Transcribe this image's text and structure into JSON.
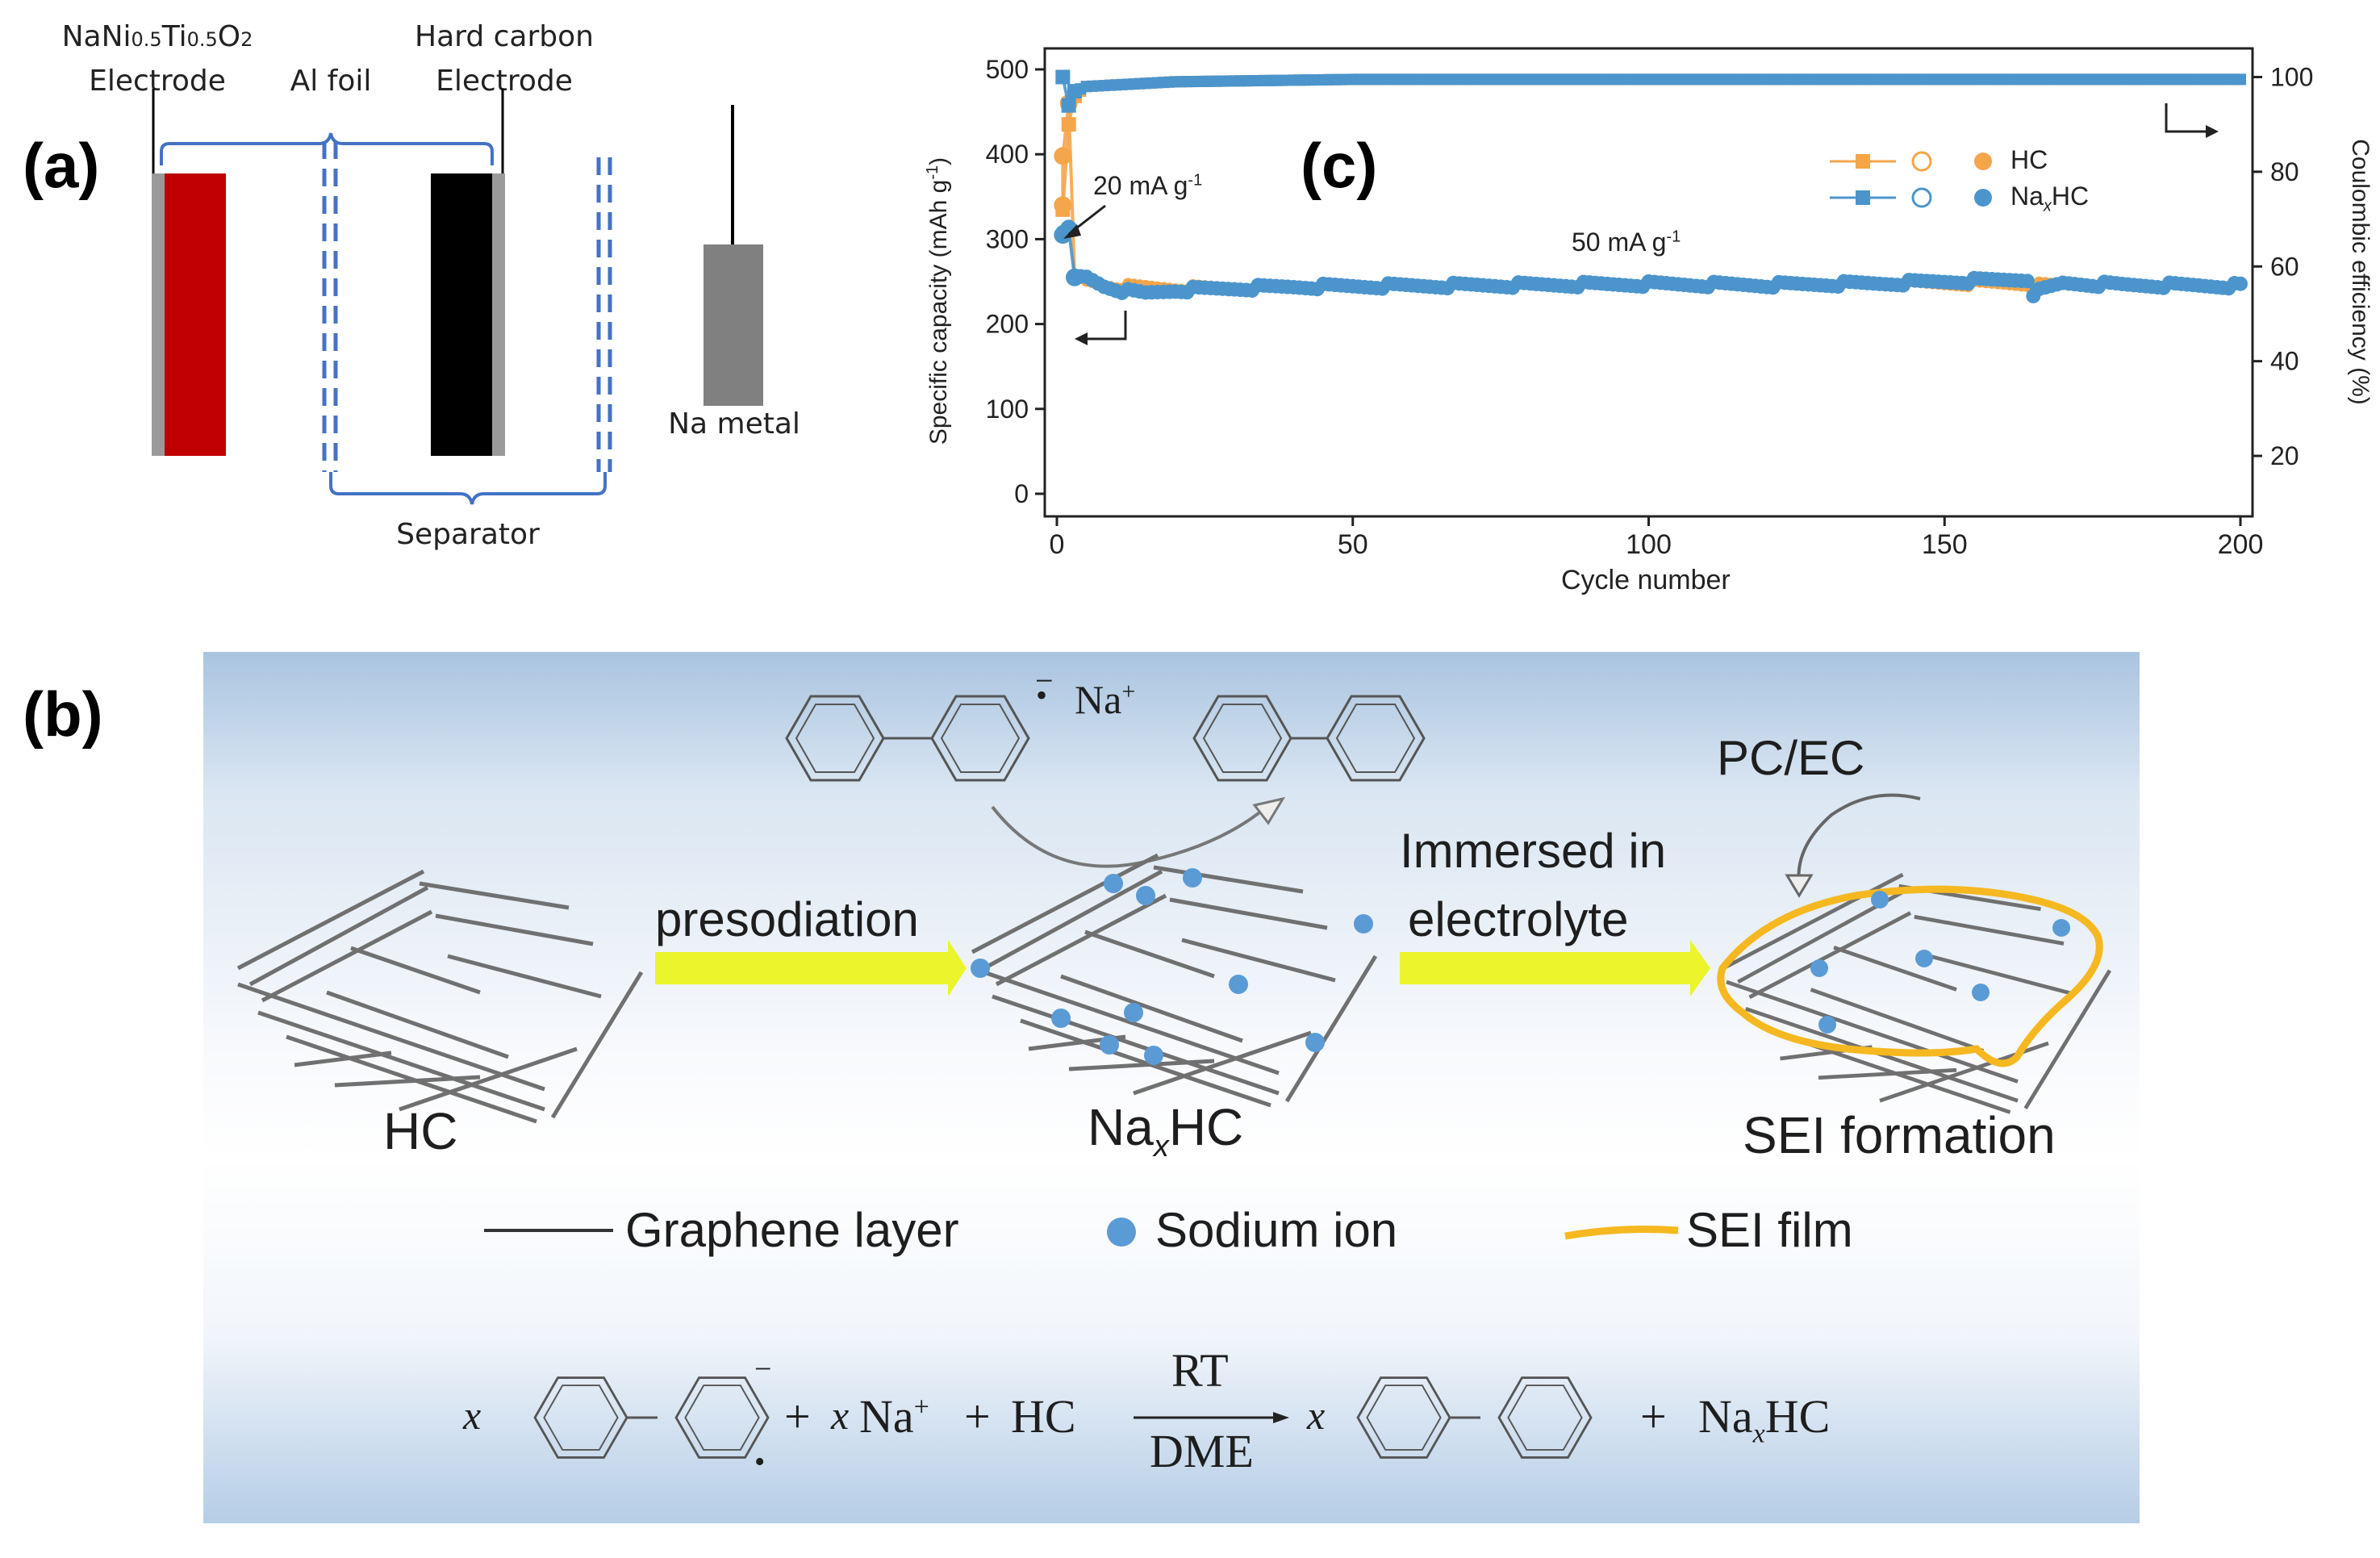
{
  "panel_a": {
    "letter": "(a)",
    "cathode_label_line1": "NaNi",
    "cathode_sub1": "0.5",
    "cathode_mid": "Ti",
    "cathode_sub2": "0.5",
    "cathode_end": "O",
    "cathode_sub3": "2",
    "cathode_label_line2": "Electrode",
    "al_foil": "Al foil",
    "hc_label_line1": "Hard carbon",
    "hc_label_line2": "Electrode",
    "na_metal": "Na metal",
    "separator": "Separator",
    "colors": {
      "cathode": "#c00000",
      "hard_carbon": "#000000",
      "foil": "#9a9a9a",
      "na_metal": "#808080",
      "bracket": "#4472c4"
    }
  },
  "panel_c": {
    "letter": "(c)",
    "annotation_20": "20 mA g",
    "annotation_50": "50 mA g",
    "annotation_sup": "-1",
    "legend": {
      "hc": "HC",
      "naxhc_pre": "Na",
      "naxhc_sub": "x",
      "naxhc_post": "HC"
    },
    "colors": {
      "hc": "#f5a54a",
      "naxhc": "#4b95cc"
    }
  },
  "chart_data": {
    "type": "scatter",
    "xlabel": "Cycle number",
    "ylabel": "Specific capacity (mAh g",
    "ylabel_sup": "-1",
    "ylabel_end": ")",
    "y2label": "Coulombic efficiency (%)",
    "xlim": [
      0,
      200
    ],
    "ylim": [
      0,
      500
    ],
    "y2lim": [
      12,
      104
    ],
    "xticks": [
      0,
      50,
      100,
      150,
      200
    ],
    "yticks": [
      0,
      100,
      200,
      300,
      400,
      500
    ],
    "y2ticks": [
      20,
      40,
      60,
      80,
      100
    ],
    "series": [
      {
        "name": "HC",
        "axis": "capacity",
        "color": "#f5a54a",
        "points": [
          [
            1,
            340
          ],
          [
            1,
            398
          ],
          [
            2,
            460
          ],
          [
            3,
            255
          ],
          [
            5,
            250
          ],
          [
            10,
            245
          ],
          [
            20,
            243
          ],
          [
            40,
            244
          ],
          [
            60,
            245
          ],
          [
            80,
            245
          ],
          [
            100,
            246
          ],
          [
            120,
            245
          ],
          [
            140,
            247
          ],
          [
            160,
            247
          ],
          [
            180,
            245
          ],
          [
            200,
            244
          ]
        ]
      },
      {
        "name": "NaxHC",
        "axis": "capacity",
        "color": "#4b95cc",
        "points": [
          [
            1,
            305
          ],
          [
            2,
            312
          ],
          [
            3,
            255
          ],
          [
            5,
            255
          ],
          [
            8,
            245
          ],
          [
            12,
            238
          ],
          [
            15,
            236
          ],
          [
            20,
            240
          ],
          [
            40,
            244
          ],
          [
            60,
            245
          ],
          [
            80,
            246
          ],
          [
            100,
            247
          ],
          [
            120,
            246
          ],
          [
            140,
            248
          ],
          [
            150,
            250
          ],
          [
            160,
            252
          ],
          [
            164,
            253
          ],
          [
            165,
            236
          ],
          [
            170,
            248
          ],
          [
            180,
            246
          ],
          [
            200,
            245
          ]
        ]
      },
      {
        "name": "HC",
        "axis": "coulombic_efficiency",
        "color": "#f5a54a",
        "points": [
          [
            1,
            72
          ],
          [
            2,
            90
          ],
          [
            3,
            96
          ],
          [
            5,
            98
          ],
          [
            20,
            99
          ],
          [
            50,
            99.5
          ],
          [
            100,
            99.5
          ],
          [
            150,
            99.5
          ],
          [
            200,
            99.5
          ]
        ]
      },
      {
        "name": "NaxHC",
        "axis": "coulombic_efficiency",
        "color": "#4b95cc",
        "points": [
          [
            1,
            100
          ],
          [
            2,
            94
          ],
          [
            3,
            97
          ],
          [
            5,
            98
          ],
          [
            20,
            99
          ],
          [
            50,
            99.5
          ],
          [
            100,
            99.5
          ],
          [
            150,
            99.5
          ],
          [
            200,
            99.5
          ]
        ]
      }
    ]
  },
  "panel_b": {
    "letter": "(b)",
    "na_plus": "Na",
    "plus_sup": "+",
    "radical": "•",
    "radical_minus": "−",
    "presodiation": "presodiation",
    "immersed_line1": "Immersed in",
    "immersed_line2": "electrolyte",
    "pc_ec": "PC/EC",
    "hc": "HC",
    "naxhc_pre": "Na",
    "naxhc_sub": "x",
    "naxhc_post": "HC",
    "sei_formation": "SEI formation",
    "legend_graphene": "Graphene layer",
    "legend_sodium": "Sodium ion",
    "legend_sei": "SEI film",
    "eq_x": "x",
    "eq_plus1": "+",
    "eq_x2": "x",
    "eq_na": "Na",
    "eq_na_sup": "+",
    "eq_plus2": "+",
    "eq_hc": "HC",
    "eq_rt": "RT",
    "eq_dme": "DME",
    "eq_x3": "x",
    "eq_plus3": "+",
    "eq_na2": "Na",
    "eq_x4": "x",
    "eq_hc2": "HC",
    "colors": {
      "arrow": "#ecf42c",
      "ion": "#5b9bd5",
      "sei": "#f6b820",
      "line": "#707070"
    }
  }
}
